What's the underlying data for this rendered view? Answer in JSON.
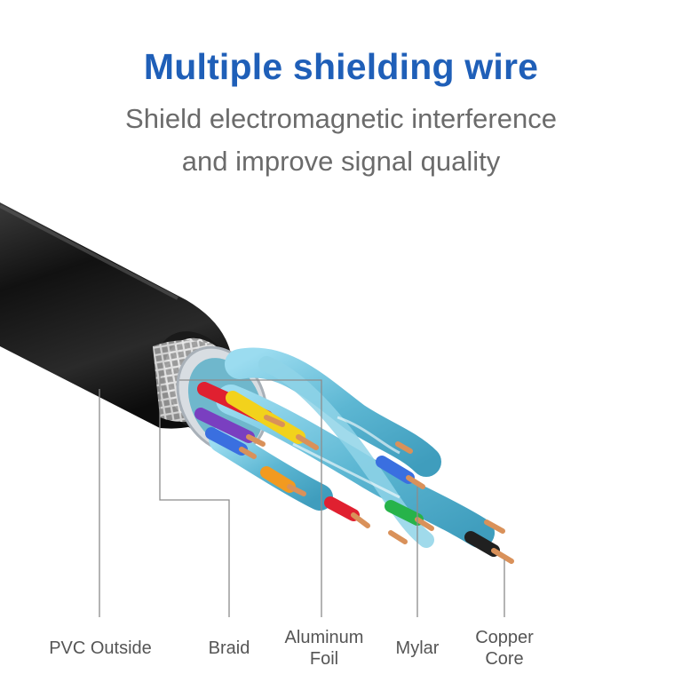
{
  "header": {
    "title": "Multiple shielding wire",
    "subtitle_line1": "Shield electromagnetic interference",
    "subtitle_line2": "and improve signal quality"
  },
  "labels": {
    "pvc": "PVC Outside",
    "braid": "Braid",
    "foil_line1": "Aluminum",
    "foil_line2": "Foil",
    "mylar": "Mylar",
    "copper_line1": "Copper",
    "copper_line2": "Core"
  },
  "colors": {
    "title": "#1f5fb8",
    "subtitle": "#6b6b6b",
    "jacket": "#1b1b1b",
    "foil_blue": "#6cc3dc",
    "copper": "#d9915a",
    "wire_red": "#e02030",
    "wire_yellow": "#f2d21c",
    "wire_purple": "#7a3fc0",
    "wire_blue": "#3a6fe0",
    "wire_orange": "#f29a20",
    "wire_green": "#27b34a",
    "wire_black": "#202020"
  }
}
